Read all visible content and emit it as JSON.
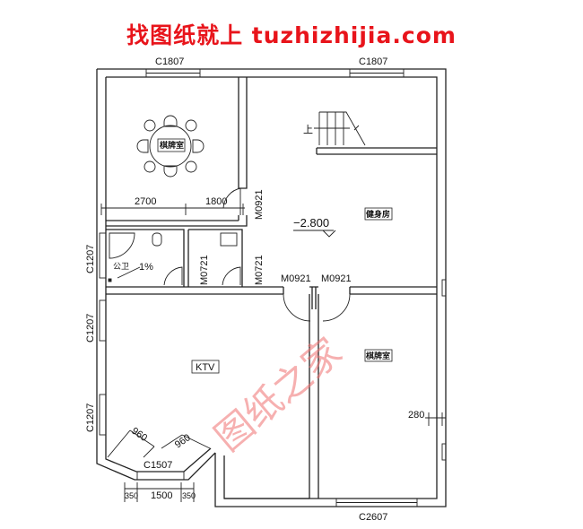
{
  "header": {
    "title": "找图纸就上 tuzhizhijia.com"
  },
  "watermark": "图纸之家",
  "rooms": {
    "top_left": "棋牌室",
    "middle": "健身房",
    "right": "棋牌室",
    "ktv": "KTV",
    "bath": "公卫"
  },
  "windows": {
    "top1": "C1807",
    "top2": "C1807",
    "left1": "C1207",
    "left2": "C1207",
    "left3": "C1207",
    "bay": "C1507",
    "bottom": "C2607"
  },
  "doors": {
    "d1": "M0921",
    "d2": "M0721",
    "d3": "M0721",
    "d4": "M0921",
    "d5": "M0921"
  },
  "dims": {
    "d2700": "2700",
    "d1800": "1800",
    "d960a": "960",
    "d960b": "960",
    "d350a": "350",
    "d1500": "1500",
    "d350b": "350",
    "d280": "280"
  },
  "elevation": "−2.800",
  "slope": "1%",
  "stair_up": "上"
}
